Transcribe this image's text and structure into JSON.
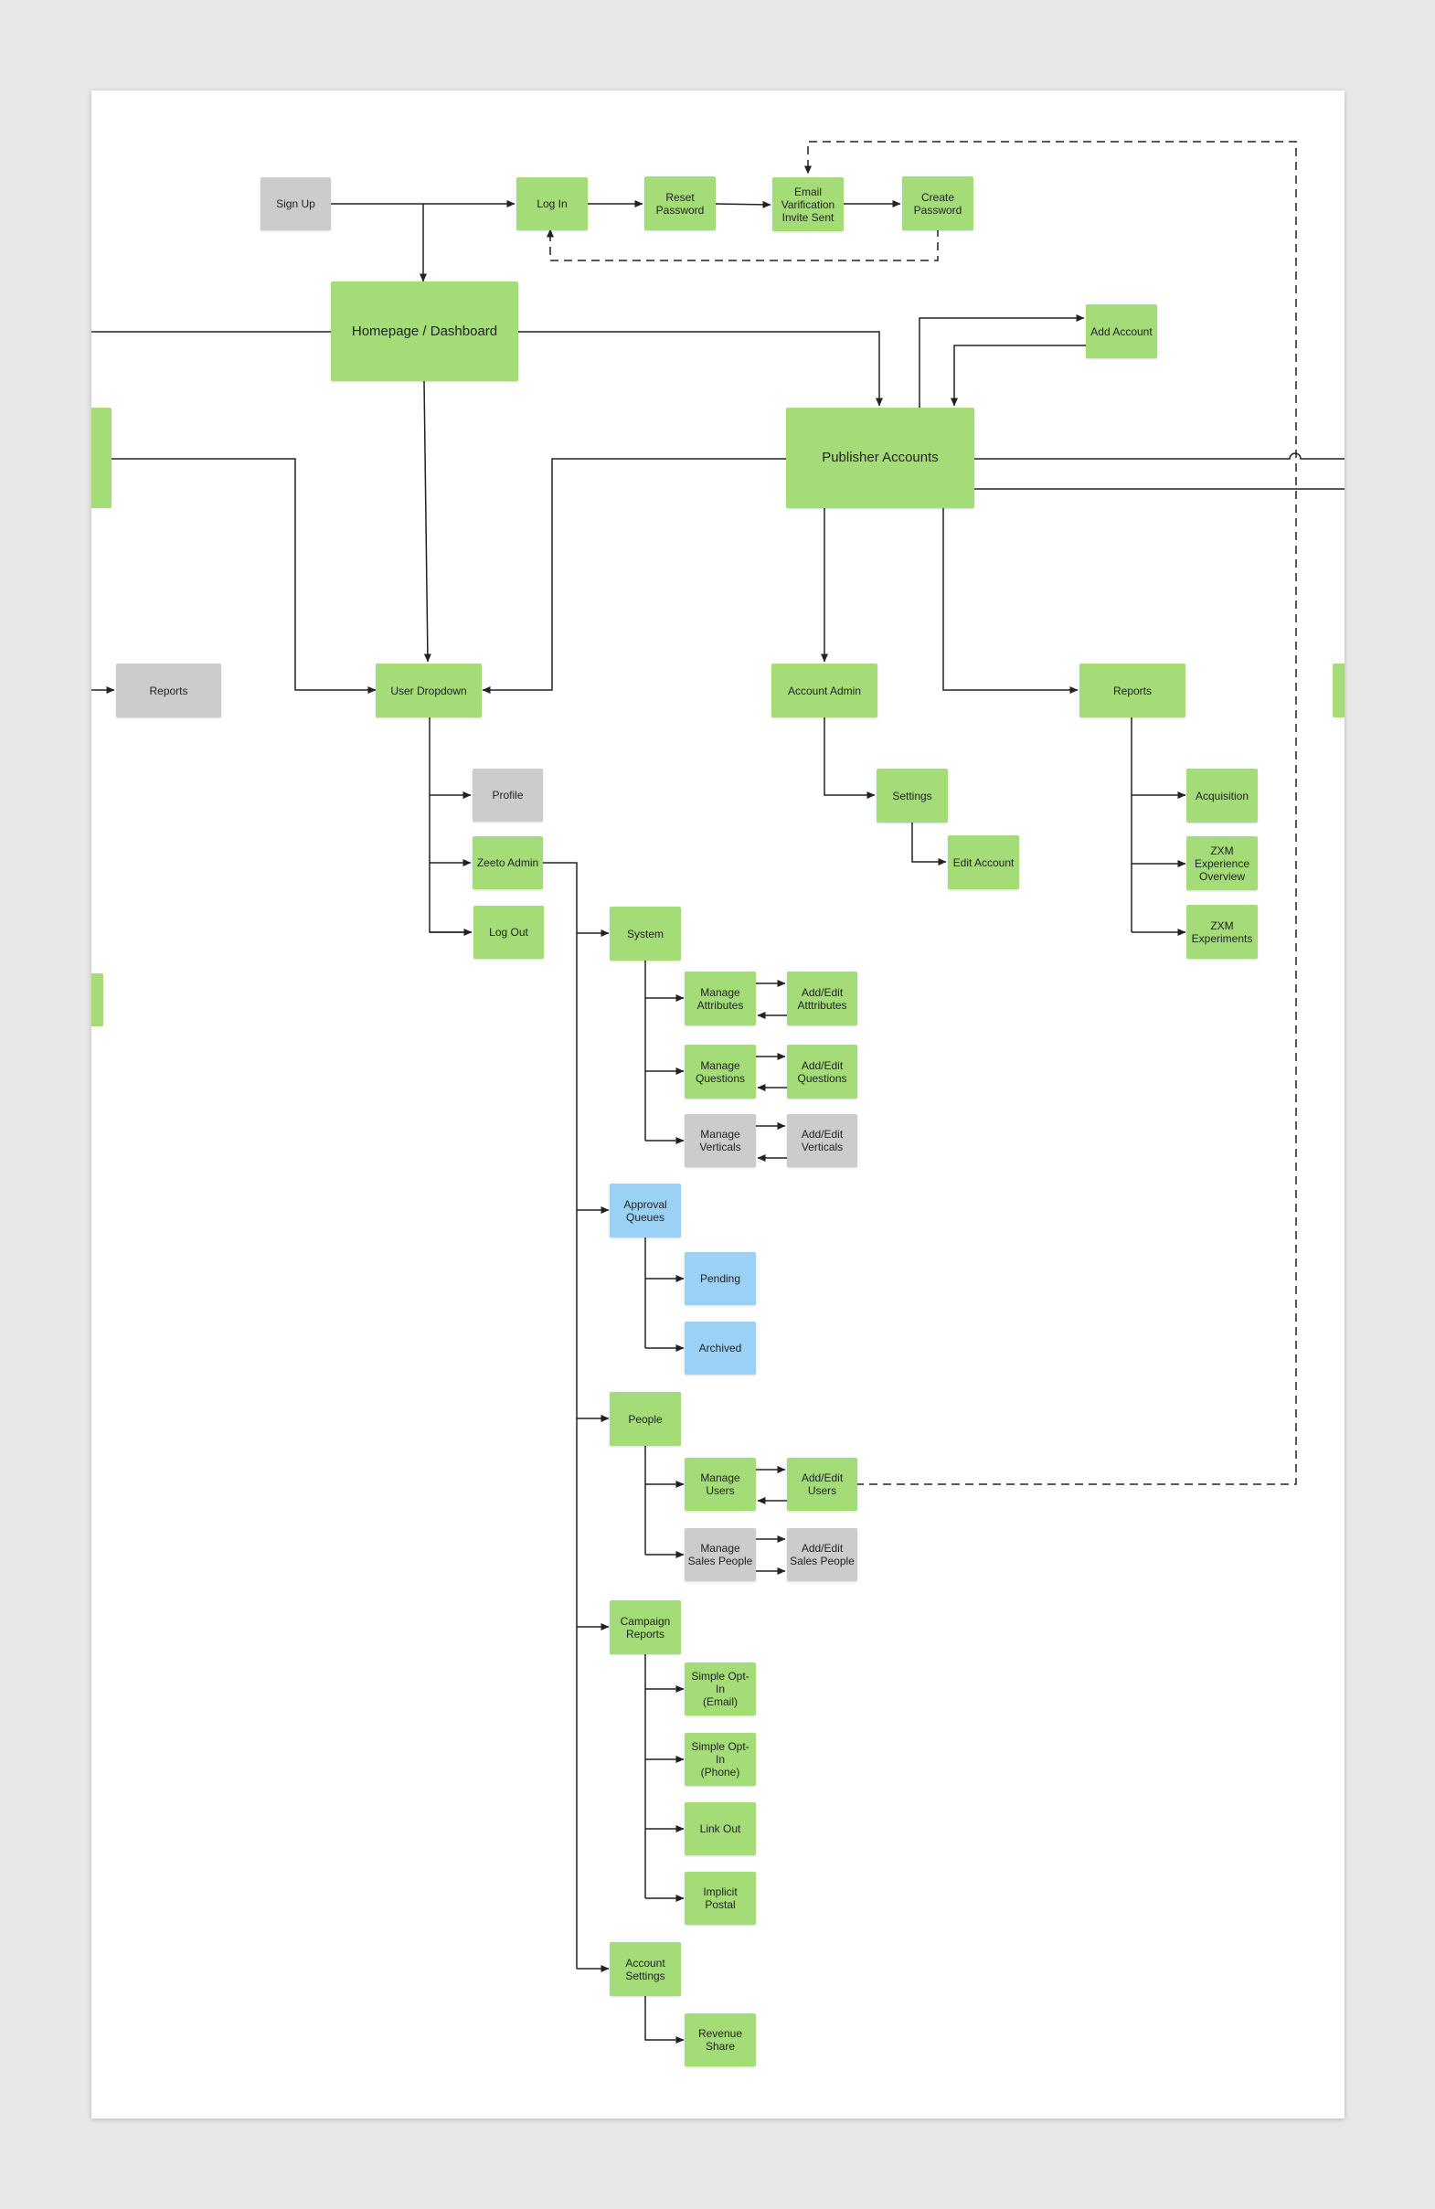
{
  "colors": {
    "green": "#a4dc78",
    "gray": "#cccccc",
    "blue": "#9bd1f4",
    "line": "#222222"
  },
  "nodes": {
    "sign_up": {
      "label": "Sign Up",
      "color": "gray"
    },
    "log_in": {
      "label": "Log In",
      "color": "green"
    },
    "reset_password": {
      "label": "Reset\nPassword",
      "color": "green"
    },
    "email_verification": {
      "label": "Email\nVarification\nInvite Sent",
      "color": "green"
    },
    "create_password": {
      "label": "Create\nPassword",
      "color": "green"
    },
    "homepage_dashboard": {
      "label": "Homepage / Dashboard",
      "color": "green"
    },
    "add_account": {
      "label": "Add Account",
      "color": "green"
    },
    "publisher_accounts": {
      "label": "Publisher Accounts",
      "color": "green"
    },
    "left_stub_top": {
      "label": "",
      "color": "green"
    },
    "left_stub_bottom": {
      "label": "",
      "color": "green"
    },
    "right_stub": {
      "label": "",
      "color": "green"
    },
    "reports_gray": {
      "label": "Reports",
      "color": "gray"
    },
    "user_dropdown": {
      "label": "User Dropdown",
      "color": "green"
    },
    "account_admin": {
      "label": "Account Admin",
      "color": "green"
    },
    "reports": {
      "label": "Reports",
      "color": "green"
    },
    "profile": {
      "label": "Profile",
      "color": "gray"
    },
    "zeeto_admin": {
      "label": "Zeeto Admin",
      "color": "green"
    },
    "log_out": {
      "label": "Log Out",
      "color": "green"
    },
    "settings": {
      "label": "Settings",
      "color": "green"
    },
    "edit_account": {
      "label": "Edit Account",
      "color": "green"
    },
    "acquisition": {
      "label": "Acquisition",
      "color": "green"
    },
    "zxm_experience_overview": {
      "label": "ZXM\nExperience\nOverview",
      "color": "green"
    },
    "zxm_experiments": {
      "label": "ZXM\nExperiments",
      "color": "green"
    },
    "system": {
      "label": "System",
      "color": "green"
    },
    "manage_attributes": {
      "label": "Manage\nAttributes",
      "color": "green"
    },
    "add_edit_attributes": {
      "label": "Add/Edit\nAtttributes",
      "color": "green"
    },
    "manage_questions": {
      "label": "Manage\nQuestions",
      "color": "green"
    },
    "add_edit_questions": {
      "label": "Add/Edit\nQuestions",
      "color": "green"
    },
    "manage_verticals": {
      "label": "Manage\nVerticals",
      "color": "gray"
    },
    "add_edit_verticals": {
      "label": "Add/Edit\nVerticals",
      "color": "gray"
    },
    "approval_queues": {
      "label": "Approval\nQueues",
      "color": "blue"
    },
    "pending": {
      "label": "Pending",
      "color": "blue"
    },
    "archived": {
      "label": "Archived",
      "color": "blue"
    },
    "people": {
      "label": "People",
      "color": "green"
    },
    "manage_users": {
      "label": "Manage\nUsers",
      "color": "green"
    },
    "add_edit_users": {
      "label": "Add/Edit\nUsers",
      "color": "green"
    },
    "manage_sales_people": {
      "label": "Manage\nSales People",
      "color": "gray"
    },
    "add_edit_sales_people": {
      "label": "Add/Edit\nSales People",
      "color": "gray"
    },
    "campaign_reports": {
      "label": "Campaign\nReports",
      "color": "green"
    },
    "simple_optin_email": {
      "label": "Simple Opt-In\n(Email)",
      "color": "green"
    },
    "simple_optin_phone": {
      "label": "Simple Opt-In\n(Phone)",
      "color": "green"
    },
    "link_out": {
      "label": "Link Out",
      "color": "green"
    },
    "implicit_postal": {
      "label": "Implicit Postal",
      "color": "green"
    },
    "account_settings": {
      "label": "Account\nSettings",
      "color": "green"
    },
    "revenue_share": {
      "label": "Revenue\nShare",
      "color": "green"
    }
  }
}
